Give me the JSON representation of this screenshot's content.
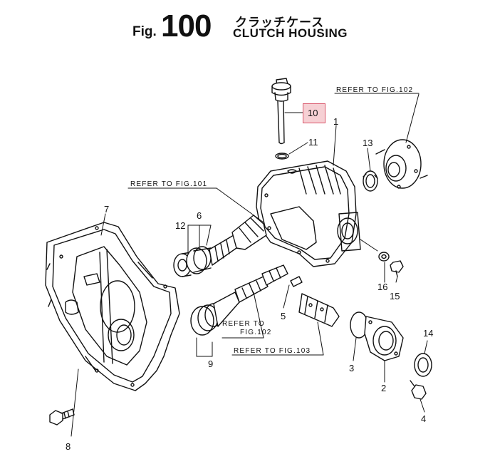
{
  "header": {
    "fig_prefix": "Fig.",
    "fig_number": "100",
    "title_jp": "クラッチケース",
    "title_en": "CLUTCH HOUSING"
  },
  "references": {
    "fig102_top": "REFER TO FIG.102",
    "fig101": "REFER TO FIG.101",
    "fig102_lower_1": "REFER TO",
    "fig102_lower_2": "FIG.102",
    "fig103": "REFER TO FIG.103"
  },
  "callouts": {
    "p1": "1",
    "p2": "2",
    "p3": "3",
    "p4": "4",
    "p5": "5",
    "p6": "6",
    "p7": "7",
    "p8": "8",
    "p9": "9",
    "p10": "10",
    "p11": "11",
    "p12": "12",
    "p13": "13",
    "p14": "14",
    "p15": "15",
    "p16": "16"
  },
  "colors": {
    "line": "#111111",
    "highlight_fill": "#eb96a0",
    "highlight_border": "#d9566a"
  }
}
